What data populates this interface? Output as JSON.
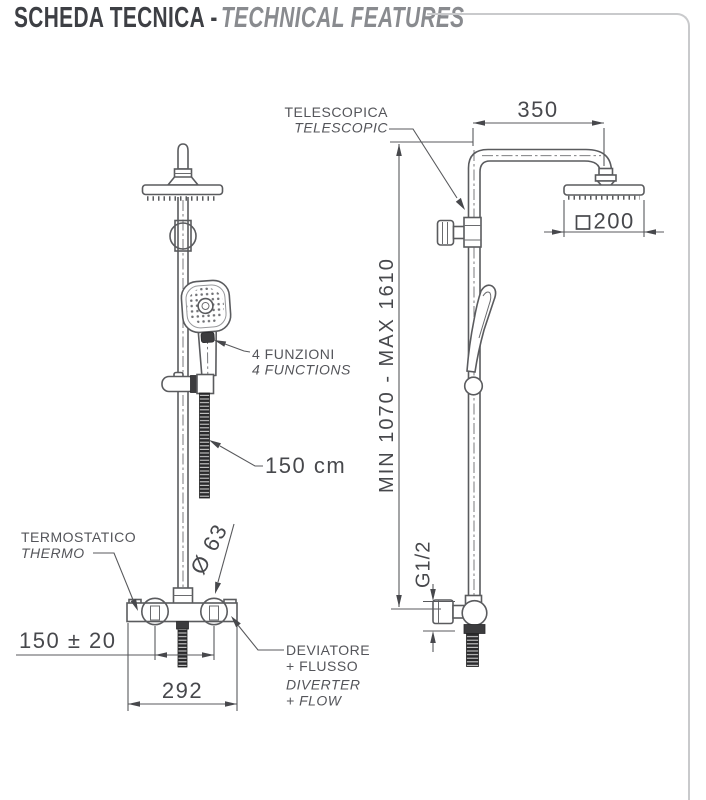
{
  "title": {
    "main": "SCHEDA TECNICA -",
    "sub": "TECHNICAL FEATURES"
  },
  "labels": {
    "telescopic": {
      "it": "TELESCOPICA",
      "en": "TELESCOPIC"
    },
    "functions": {
      "it": "4 FUNZIONI",
      "en": "4 FUNCTIONS"
    },
    "hose_length": "150 cm",
    "thermostatic": {
      "it": "TERMOSTATICO",
      "en": "THERMO"
    },
    "diverter": {
      "it_line1": "DEVIATORE",
      "it_line2": "+ FLUSSO",
      "en_line1": "DIVERTER",
      "en_line2": "+ FLOW"
    }
  },
  "dimensions": {
    "arm_projection": "350",
    "head_width": "200",
    "height_range": "MIN 1070 - MAX 1610",
    "thread_size": "G1/2",
    "handle_diameter": "Ø 63",
    "inlet_spacing": "150 ± 20",
    "body_width": "292"
  },
  "colors": {
    "drawing_line": "#5a5b5e",
    "label_text": "#54555a",
    "dimension_text": "#47484c",
    "frame_border": "#c9cacc",
    "title_text": "#3d3f44",
    "subtitle_text": "#898b8f",
    "hose_fill": "#2a2a2c"
  }
}
